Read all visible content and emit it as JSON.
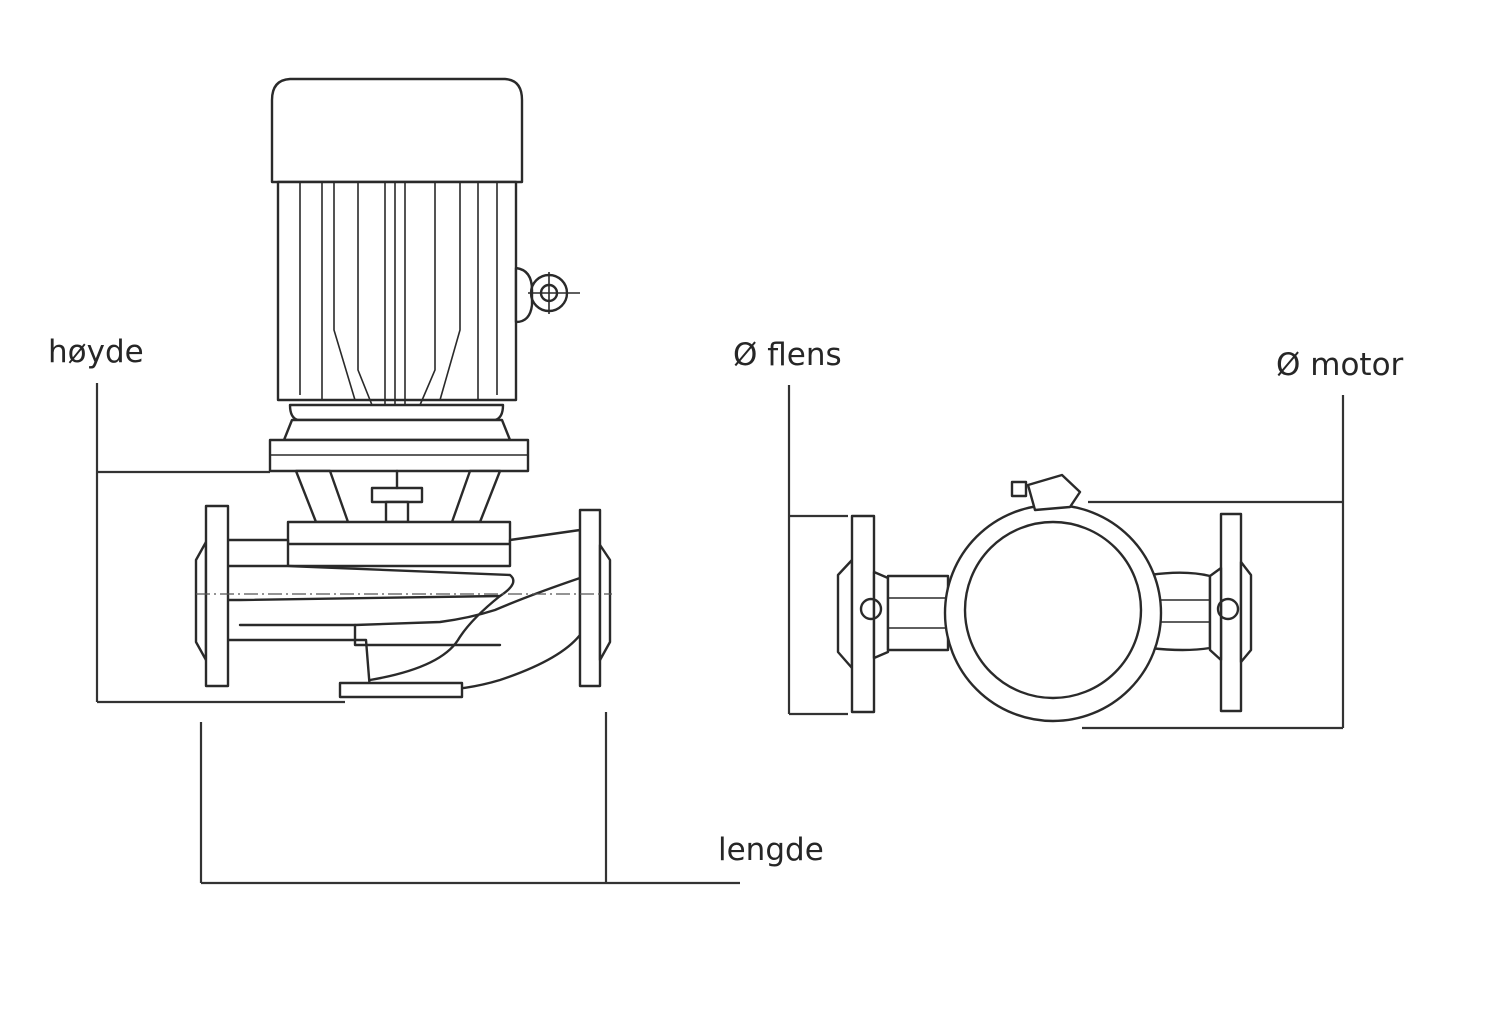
{
  "labels": {
    "height": "høyde",
    "length": "lengde",
    "flange_diameter": "Ø flens",
    "motor_diameter": "Ø motor"
  },
  "colors": {
    "line": "#2a2a2a",
    "background": "#ffffff"
  }
}
